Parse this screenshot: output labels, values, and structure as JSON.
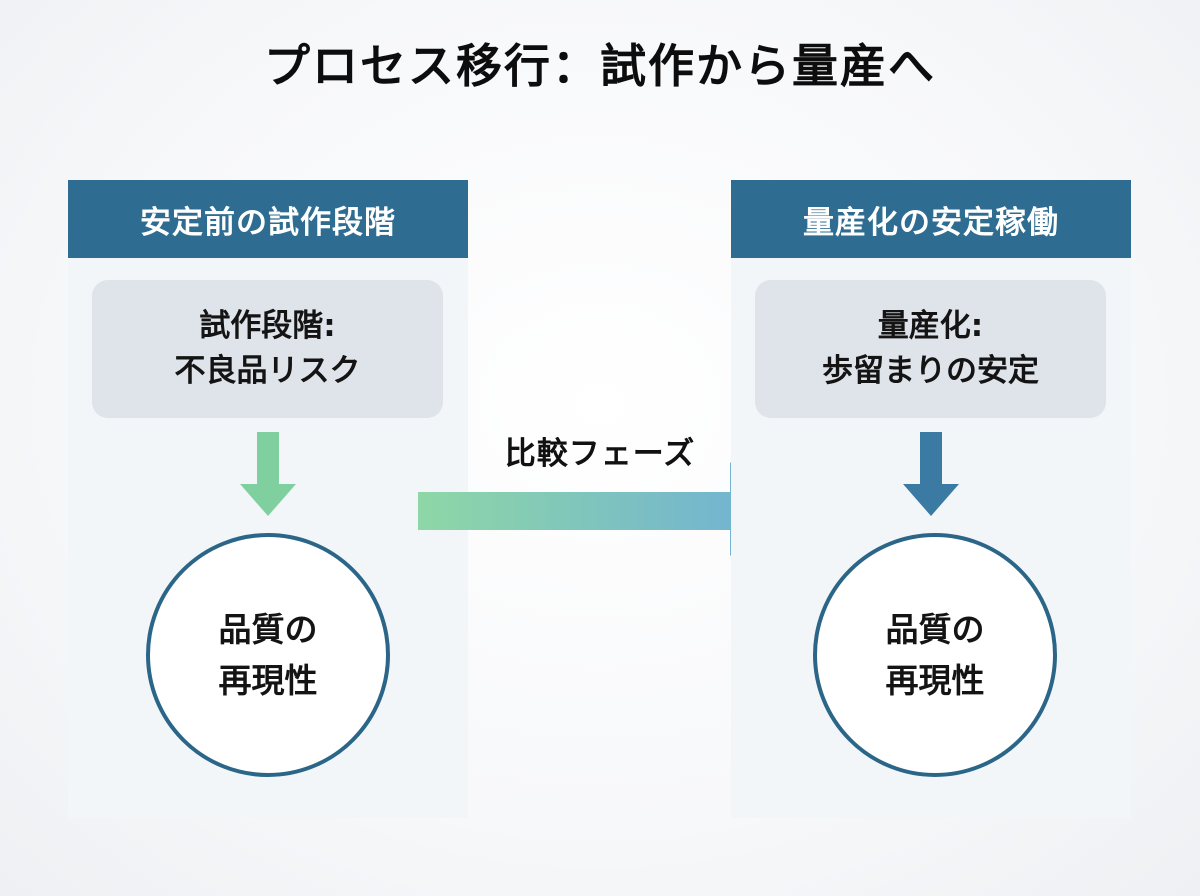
{
  "title": "プロセス移行：試作から量産へ",
  "left_panel": {
    "header": "安定前の試作段階",
    "box_line1": "試作段階:",
    "box_line2": "不良品リスク",
    "circle_line1": "品質の",
    "circle_line2": "再現性"
  },
  "right_panel": {
    "header": "量産化の安定稼働",
    "box_line1": "量産化:",
    "box_line2": "歩留まりの安定",
    "circle_line1": "品質の",
    "circle_line2": "再現性"
  },
  "compare_label": "比較フェーズ",
  "colors": {
    "header_blue": "#2e6c91",
    "circle_border": "#2b6688",
    "left_arrow_green": "#7fcf9f",
    "right_arrow_blue": "#3b7aa3",
    "compare_gradient_start": "#8ed7a6",
    "compare_gradient_end": "#6fb0d6"
  }
}
